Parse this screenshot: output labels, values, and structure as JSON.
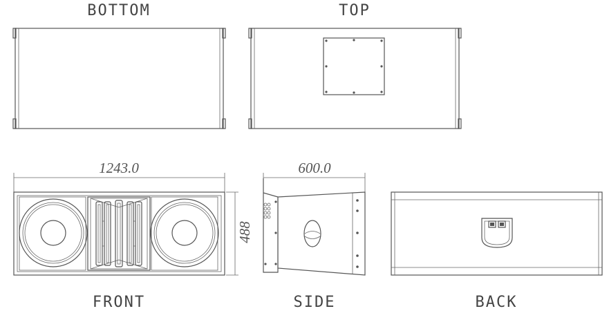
{
  "views": {
    "bottom": {
      "label": "BOTTOM"
    },
    "top": {
      "label": "TOP"
    },
    "front": {
      "label": "FRONT"
    },
    "side": {
      "label": "SIDE"
    },
    "back": {
      "label": "BACK"
    }
  },
  "dimensions": {
    "width": "1243.0",
    "depth": "600.0",
    "height": "488"
  },
  "colors": {
    "line": "#555555",
    "background": "#ffffff"
  }
}
